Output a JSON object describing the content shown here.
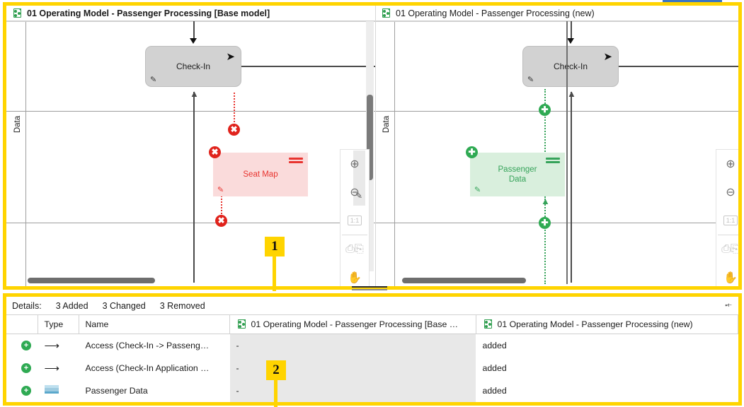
{
  "window": {
    "accent_yellow": "#ffd400",
    "added_green": "#2faa53",
    "removed_red": "#e0231c"
  },
  "callouts": [
    {
      "id": "1",
      "label": "1"
    },
    {
      "id": "2",
      "label": "2"
    }
  ],
  "panes": {
    "left": {
      "title": "01 Operating Model - Passenger Processing [Base model]",
      "icon": "model-document-icon",
      "lane_label": "Data",
      "process_node": {
        "label": "Check-In",
        "badge_icon": "process-arrow-icon",
        "edit_icon": "pencil-icon"
      },
      "data_node": {
        "label": "Seat Map",
        "state": "removed",
        "edit_icon": "pencil-icon"
      },
      "markers": [
        {
          "kind": "removed",
          "glyph": "✖"
        },
        {
          "kind": "removed",
          "glyph": "✖"
        },
        {
          "kind": "removed",
          "glyph": "✖"
        }
      ]
    },
    "right": {
      "title": "01 Operating Model - Passenger Processing (new)",
      "icon": "model-document-icon",
      "lane_label": "Data",
      "process_node": {
        "label": "Check-In",
        "badge_icon": "process-arrow-icon",
        "edit_icon": "pencil-icon"
      },
      "data_node": {
        "label": "Passenger\nData",
        "line1": "Passenger",
        "line2": "Data",
        "state": "added",
        "edit_icon": "pencil-icon"
      },
      "markers": [
        {
          "kind": "added",
          "glyph": "+"
        },
        {
          "kind": "added",
          "glyph": "+"
        },
        {
          "kind": "added",
          "glyph": "+"
        }
      ]
    }
  },
  "mini_toolbar": {
    "buttons": [
      {
        "name": "zoom-in-icon",
        "glyph": "⊕"
      },
      {
        "name": "zoom-out-icon",
        "glyph": "⊖"
      },
      {
        "name": "zoom-actual-size-icon",
        "glyph": "1:1"
      },
      {
        "name": "fit-page-icon",
        "glyph": "❐"
      },
      {
        "name": "pan-hand-icon",
        "glyph": "✋"
      }
    ]
  },
  "details": {
    "label": "Details:",
    "summary": [
      {
        "text": "3 Added"
      },
      {
        "text": "3 Changed"
      },
      {
        "text": "3 Removed"
      }
    ],
    "collapse_icon": "collapse-chevron-icon",
    "columns": {
      "icon": "",
      "type": "Type",
      "name": "Name",
      "base": "01 Operating Model - Passenger Processing [Base …",
      "new": "01 Operating Model - Passenger Processing (new)"
    },
    "rows": [
      {
        "status": "added",
        "status_glyph": "+",
        "type_icon": "relation-arrow-icon",
        "name": "Access (Check-In -> Passeng…",
        "base": "-",
        "new": "added"
      },
      {
        "status": "added",
        "status_glyph": "+",
        "type_icon": "relation-arrow-icon",
        "name": "Access (Check-In Application …",
        "base": "-",
        "new": "added"
      },
      {
        "status": "added",
        "status_glyph": "+",
        "type_icon": "data-object-icon",
        "name": "Passenger Data",
        "base": "-",
        "new": "added"
      }
    ]
  }
}
